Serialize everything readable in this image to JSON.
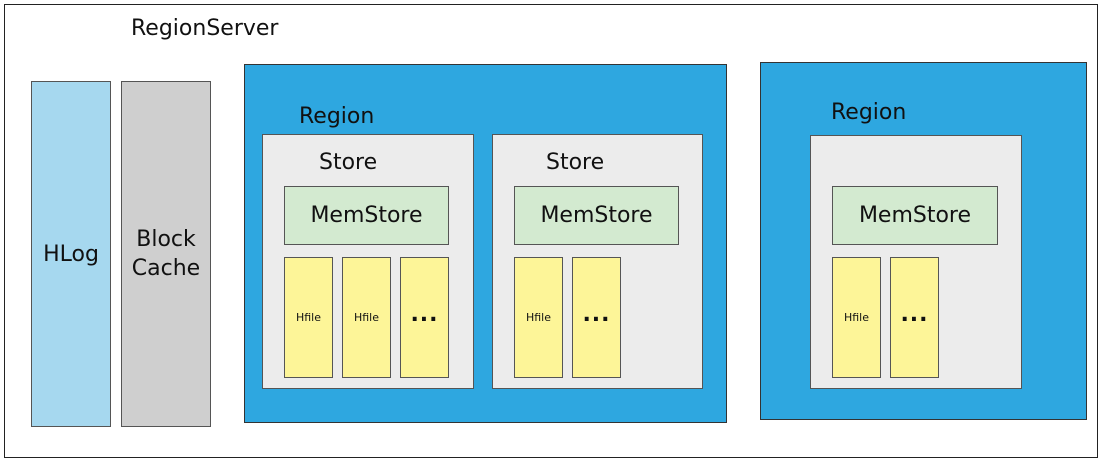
{
  "server": {
    "title": "RegionServer"
  },
  "hlog": {
    "label": "HLog"
  },
  "block_cache": {
    "label": "Block\nCache"
  },
  "regions": [
    {
      "label": "Region",
      "stores": [
        {
          "label": "Store",
          "memstore": "MemStore",
          "hfiles": [
            "Hfile",
            "Hfile",
            "..."
          ]
        },
        {
          "label": "Store",
          "memstore": "MemStore",
          "hfiles": [
            "Hfile",
            "..."
          ]
        }
      ]
    },
    {
      "label": "Region",
      "stores": [
        {
          "label": "",
          "memstore": "MemStore",
          "hfiles": [
            "Hfile",
            "..."
          ]
        }
      ]
    }
  ],
  "colors": {
    "hlog": "#a6d8ef",
    "block_cache": "#cfcfcf",
    "region": "#2ea7e0",
    "store": "#ececec",
    "memstore": "#d3ead0",
    "hfile": "#fdf598"
  }
}
